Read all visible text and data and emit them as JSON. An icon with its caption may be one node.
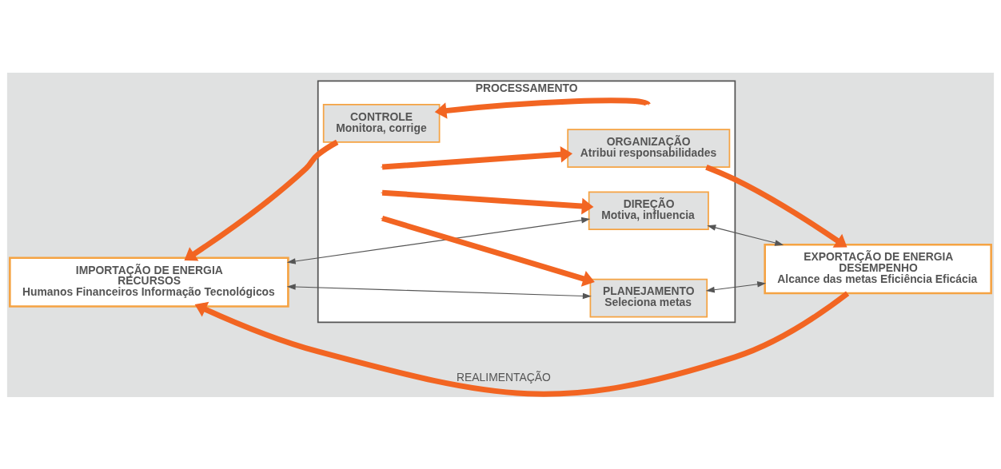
{
  "diagram": {
    "nodes": [
      {
        "text": [
          "IMPORTAÇÃO DE ENERGIA",
          "RECURSOS",
          "Humanos Financeiros Informação Tecnológicos"
        ]
      },
      {
        "text": [
          "PROCESSAMENTO"
        ]
      },
      {
        "text": [
          "PLANEJAMENTO",
          "Seleciona metas"
        ],
        "in": 1
      },
      {
        "text": [
          "CONTROLE",
          "Monitora, corrige"
        ],
        "in": 1
      },
      {
        "text": [
          "ORGANIZAÇÃO",
          "Atribui responsabilidades"
        ],
        "in": 1
      },
      {
        "text": [
          "DIREÇÃO",
          "Motiva, influencia"
        ],
        "in": 1
      },
      {
        "text": [
          "EXPORTAÇÃO DE ENERGIA",
          "DESEMPENHO",
          "Alcance das metas Eficiência Eficácia"
        ]
      }
    ],
    "edges": [
      {
        "from": 0,
        "to": 2,
        "arrow": "both",
        "color": "#555555"
      },
      {
        "from": 2,
        "to": 6,
        "arrow": "both",
        "color": "#555555"
      },
      {
        "from": 0,
        "to": 5,
        "arrow": "both",
        "color": "#555555"
      },
      {
        "from": 5,
        "to": 6,
        "arrow": "both",
        "color": "#555555"
      },
      {
        "from": 3,
        "to": 0,
        "arrow": "to"
      },
      {
        "from": 4,
        "to": 6,
        "arrow": "to"
      },
      {
        "from": null,
        "to": 2,
        "arrow": "to"
      },
      {
        "from": null,
        "to": 3,
        "arrow": "to"
      },
      {
        "from": null,
        "to": 4,
        "arrow": "to"
      },
      {
        "from": null,
        "to": 5,
        "arrow": "to"
      },
      {
        "from": 6,
        "to": 0,
        "arrow": "to",
        "label": "REALIMENTAÇÃO"
      }
    ]
  }
}
